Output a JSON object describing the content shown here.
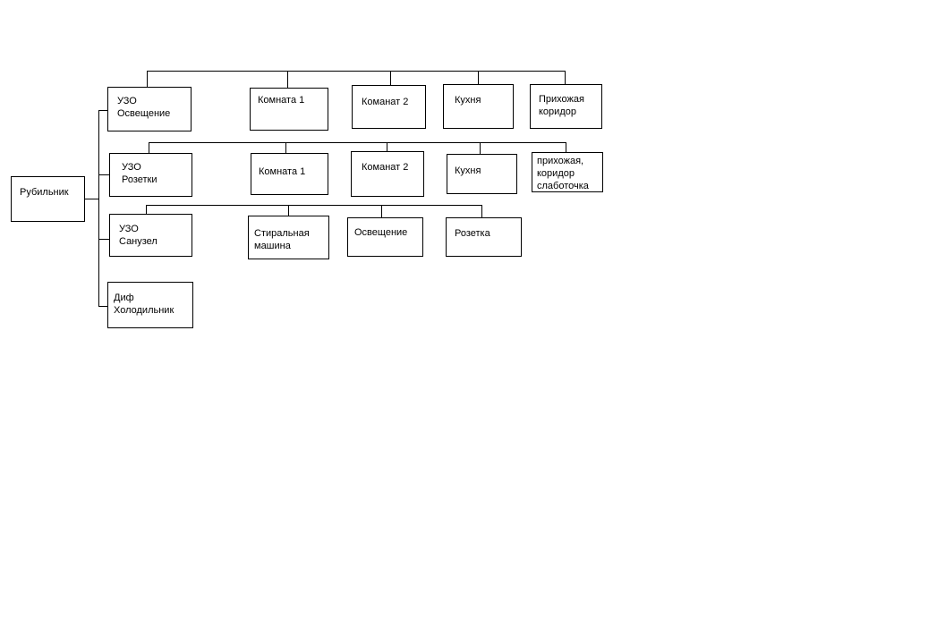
{
  "diagram": {
    "main_switch": "Рубильник",
    "groups": [
      {
        "device": "УЗО\nОсвещение",
        "circuits": [
          "Комната 1",
          "Команат 2",
          "Кухня",
          "Прихожая\nкоридор"
        ]
      },
      {
        "device": "УЗО\nРозетки",
        "circuits": [
          "Комната 1",
          "Команат 2",
          "Кухня",
          "прихожая,\nкоридор\nслаботочка"
        ]
      },
      {
        "device": "УЗО\nСанузел",
        "circuits": [
          "Стиральная\nмашина",
          "Освещение",
          "Розетка"
        ]
      },
      {
        "device": "Диф\nХолодильник",
        "circuits": []
      }
    ]
  }
}
